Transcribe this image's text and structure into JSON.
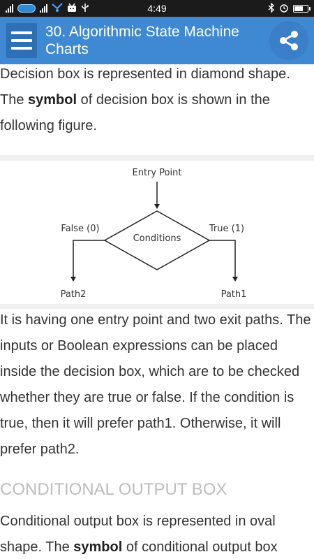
{
  "status_bar": {
    "time": "4:49",
    "left_icons": [
      "signal-icon",
      "data-indicator-icon",
      "signal-icon",
      "usb-network-icon",
      "android-icon",
      "usb-icon"
    ],
    "right_icons": [
      "bluetooth-icon",
      "alarm-icon",
      "battery-icon"
    ]
  },
  "app_bar": {
    "title": "30. Algorithmic State Machine Charts",
    "menu_icon": "hamburger-menu-icon",
    "share_icon": "share-icon",
    "color": "#3f88d2"
  },
  "content": {
    "intro_before": "Decision box is represented in diamond shape. The ",
    "intro_bold": "symbol",
    "intro_after": " of decision box is shown in the following figure.",
    "figure": {
      "entry_label": "Entry Point",
      "condition_label": "Conditions",
      "false_label": "False (0)",
      "true_label": "True (1)",
      "path2_label": "Path2",
      "path1_label": "Path1"
    },
    "explanation": "It is having one entry point and two exit paths. The inputs or Boolean expressions can be placed inside the decision box, which are to be checked whether they are true or false. If the condition is true, then it will prefer path1. Otherwise, it will prefer path2.",
    "section_heading": "CONDITIONAL OUTPUT BOX",
    "next_before": "Conditional output box is represented in oval shape. The ",
    "next_bold": "symbol",
    "next_after": " of conditional output box"
  }
}
